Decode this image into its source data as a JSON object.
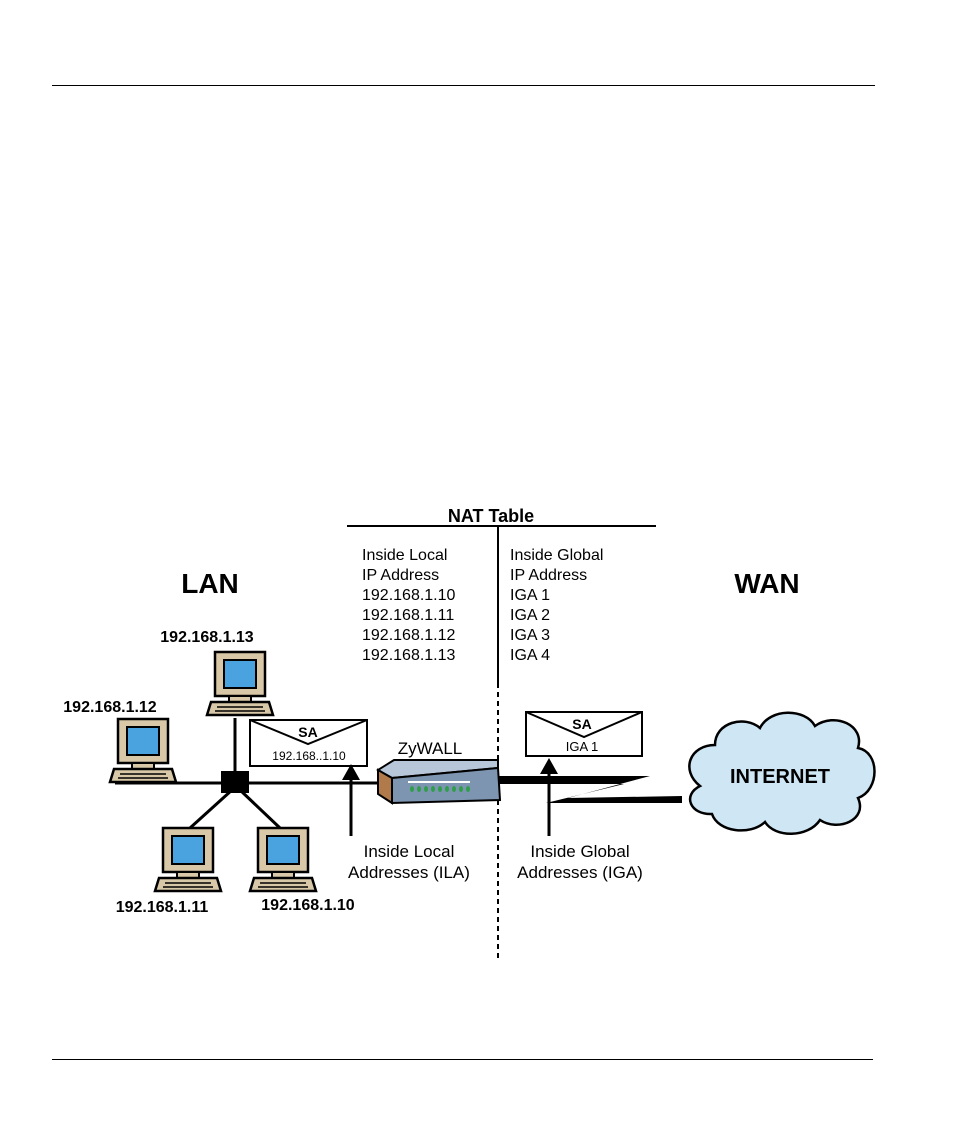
{
  "nat_table": {
    "title": "NAT Table",
    "local_header_1": "Inside Local",
    "local_header_2": "IP Address",
    "global_header_1": "Inside Global",
    "global_header_2": "IP Address",
    "rows": [
      {
        "local": "192.168.1.10",
        "global": "IGA 1"
      },
      {
        "local": "192.168.1.11",
        "global": "IGA 2"
      },
      {
        "local": "192.168.1.12",
        "global": "IGA 3"
      },
      {
        "local": "192.168.1.13",
        "global": "IGA 4"
      }
    ]
  },
  "zones": {
    "lan": "LAN",
    "wan": "WAN"
  },
  "hosts": {
    "h13": "192.168.1.13",
    "h12": "192.168.1.12",
    "h11": "192.168.1.11",
    "h10": "192.168.1.10"
  },
  "packets": {
    "lan": {
      "header": "SA",
      "address": "192.168..1.10"
    },
    "wan": {
      "header": "SA",
      "address": "IGA 1"
    }
  },
  "router": {
    "label": "ZyWALL"
  },
  "internet": {
    "label": "INTERNET"
  },
  "annotations": {
    "ila_1": "Inside Local",
    "ila_2": "Addresses (ILA)",
    "iga_1": "Inside Global",
    "iga_2": "Addresses (IGA)"
  },
  "colors": {
    "screen": "#4aa3df",
    "computer_body": "#d8c8a8",
    "cloud": "#cfe6f5",
    "router_front": "#7d95b0",
    "router_top": "#b7c6d8",
    "router_side": "#b07a4a",
    "router_led": "#2f9e4a"
  }
}
